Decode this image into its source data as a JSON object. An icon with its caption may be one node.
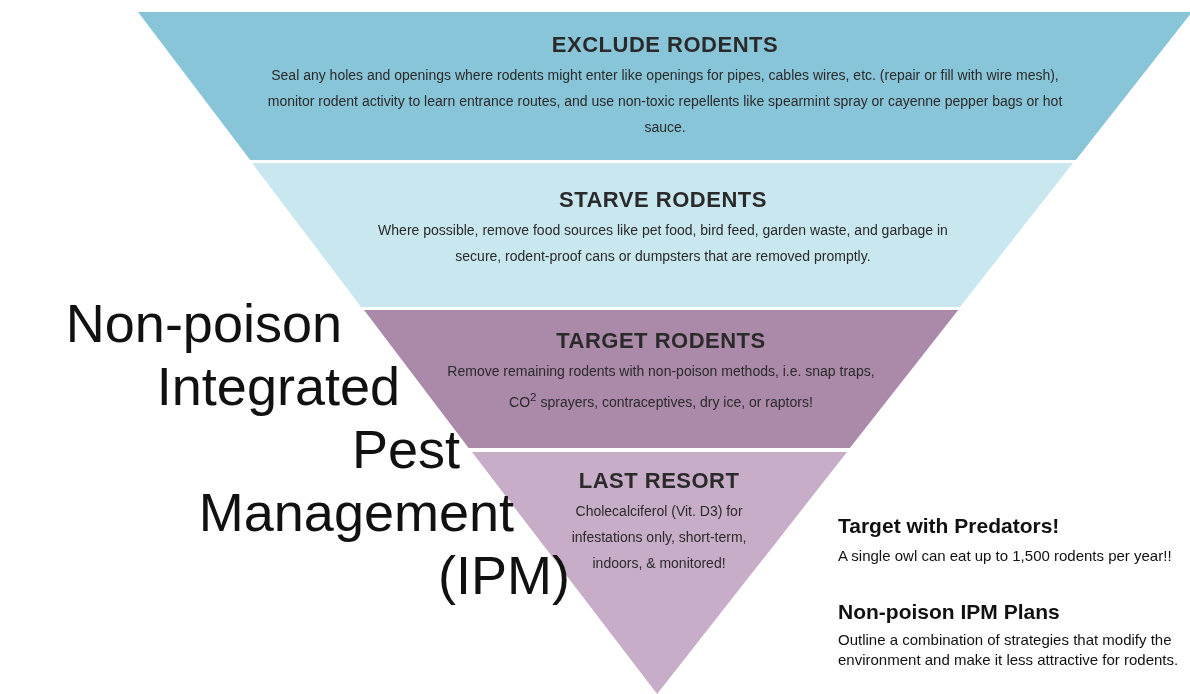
{
  "diagram": {
    "title": "Non-poison Integrated Pest Management (IPM)",
    "nodes": [
      {
        "text": [
          "EXCLUDE RODENTS",
          "Seal any holes and openings where rodents might enter like openings for pipes, cables wires, etc. (repair or fill with wire mesh), monitor rodent activity to learn entrance routes, and use non-toxic repellents like spearmint spray or cayenne pepper bags or hot sauce."
        ]
      },
      {
        "text": [
          "STARVE RODENTS",
          "Where possible, remove food sources like pet food, bird feed, garden waste, and garbage in secure, rodent-proof cans or dumpsters that are removed promptly."
        ]
      },
      {
        "text": [
          "TARGET RODENTS",
          "Remove remaining rodents with non-poison methods, i.e. snap traps, CO$^{2}$ sprayers, contraceptives, dry ice, or raptors!"
        ]
      },
      {
        "text": [
          "LAST RESORT",
          "Cholecalciferol (Vit. D3) for infestations only, short-term, indoors, & monitored!"
        ]
      }
    ],
    "labels": [
      "Target with Predators!",
      "A single owl can eat up to 1,500 rodents per year!!",
      "Non-poison IPM Plans",
      "Outline a combination of strategies that modify the environment and make it less attractive for rodents."
    ]
  }
}
